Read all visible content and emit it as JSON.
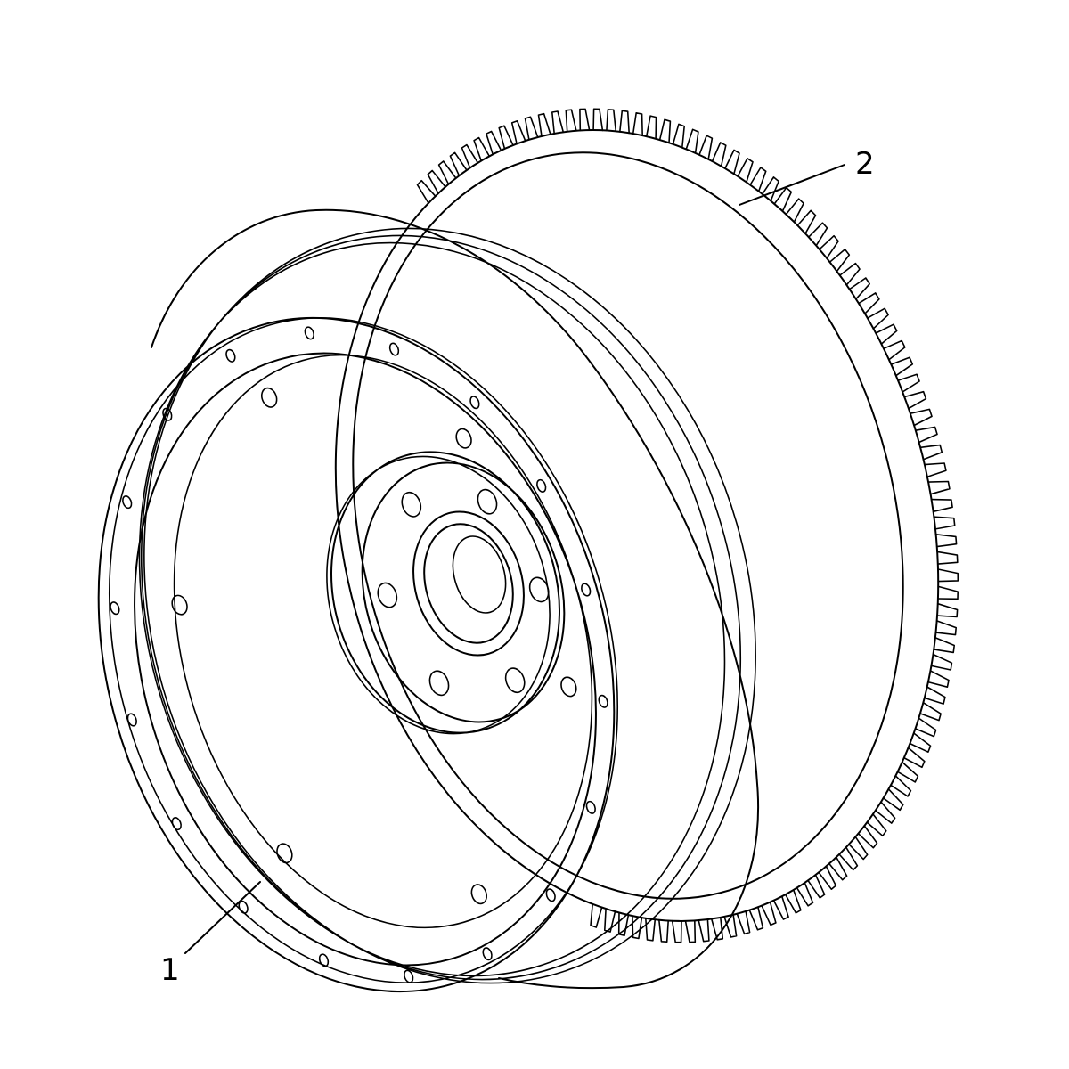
{
  "callouts": [
    {
      "id": "1",
      "label": "1"
    },
    {
      "id": "2",
      "label": "2"
    }
  ],
  "colors": {
    "stroke": "#000000",
    "background": "#ffffff"
  },
  "parts": {
    "flywheel_bolt_holes_outer": 18,
    "flywheel_bolt_holes_inner": 6,
    "hub_bolt_holes": 6
  }
}
